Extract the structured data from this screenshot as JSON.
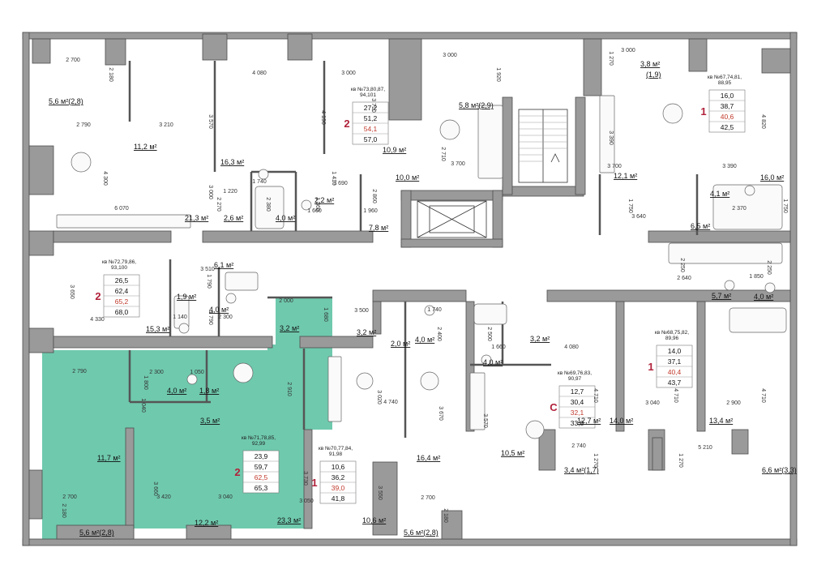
{
  "highlight_color": "#6fc9ad",
  "wall_color": "#9a9a9a",
  "apartments": [
    {
      "id": "a1",
      "header": "кв №67,74,81,\n88,95",
      "rooms": "1",
      "rows": [
        "16,0",
        "38,7",
        "40,6",
        "42,5"
      ],
      "highlight_row": 2
    },
    {
      "id": "a2",
      "header": "кв №73,80,87,\n94,101",
      "rooms": "2",
      "rows": [
        "27,2",
        "51,2",
        "54,1",
        "57,0"
      ],
      "highlight_row": 2
    },
    {
      "id": "a3",
      "header": "кв №72,79,86,\n93,100",
      "rooms": "2",
      "rows": [
        "26,5",
        "62,4",
        "65,2",
        "68,0"
      ],
      "highlight_row": 2
    },
    {
      "id": "a4",
      "header": "кв №68,75,82,\n89,96",
      "rooms": "1",
      "rows": [
        "14,0",
        "37,1",
        "40,4",
        "43,7"
      ],
      "highlight_row": 2
    },
    {
      "id": "a5",
      "header": "кв №69,76,83,\n90,97",
      "rooms": "С",
      "rows": [
        "12,7",
        "30,4",
        "32,1",
        "33,8"
      ],
      "highlight_row": 2
    },
    {
      "id": "a6",
      "header": "кв №71,78,85,\n92,99",
      "rooms": "2",
      "rows": [
        "23,9",
        "59,7",
        "62,5",
        "65,3"
      ],
      "highlight_row": 2
    },
    {
      "id": "a7",
      "header": "кв №70,77,84,\n91,98",
      "rooms": "1",
      "rows": [
        "10,6",
        "36,2",
        "39,0",
        "41,8"
      ],
      "highlight_row": 2
    }
  ],
  "areas": [
    "5,6 м²(2,8)",
    "11,2 м²",
    "16,3 м²",
    "2,2 м²",
    "21,3 м²",
    "2,6 м²",
    "4,0 м²",
    "7,8 м²",
    "5,8 м²(2,9)",
    "10,9 м²",
    "10,0 м²",
    "3,8 м²",
    "(1,9)",
    "12,1 м²",
    "16,0 м²",
    "4,1 м²",
    "6,5 м²",
    "6,1 м²",
    "1,9 м²",
    "4,0 м²",
    "15,3 м²",
    "3,2 м²",
    "3,2 м²",
    "2,0 м²",
    "4,0 м²",
    "3,2 м²",
    "4,0 м²",
    "5,7 м²",
    "4,0 м²",
    "4,0 м²",
    "1,8 м²",
    "3,5 м²",
    "11,7 м²",
    "12,2 м²",
    "23,3 м²",
    "5,6 м²(2,8)",
    "16,4 м²",
    "10,6 м²",
    "5,6 м²(2,8)",
    "10,5 м²",
    "12,7 м²",
    "14,0 м²",
    "13,4 м²",
    "3,4 м²(1,7)",
    "6,6 м²(3,3)"
  ],
  "dimensions": [
    "2 700",
    "2 180",
    "4 080",
    "3 000",
    "3 000",
    "1 920",
    "3 000",
    "1 270",
    "3 570",
    "4 190",
    "3 710",
    "2 790",
    "3 210",
    "4 300",
    "3 390",
    "4 820",
    "6 070",
    "1 740",
    "1 220",
    "1 410",
    "2 710",
    "3 700",
    "3 700",
    "3 390",
    "3 000",
    "2 270",
    "2 380",
    "3 690",
    "2 860",
    "1 660",
    "1 360",
    "1 960",
    "1 750",
    "3 640",
    "2 370",
    "1 750",
    "3 510",
    "1 790",
    "2 000",
    "1 680",
    "3 650",
    "4 330",
    "1 140",
    "1 790",
    "2 300",
    "3 500",
    "1 740",
    "2 400",
    "2 500",
    "1 660",
    "4 080",
    "2 640",
    "2 250",
    "2 250",
    "1 850",
    "2 790",
    "2 300",
    "1 050",
    "1 800",
    "1 040",
    "2 910",
    "3 020",
    "4 740",
    "3 670",
    "4 710",
    "4 710",
    "4 710",
    "3 570",
    "3 040",
    "2 900",
    "3 660",
    "3 420",
    "3 730",
    "2 700",
    "2 180",
    "3 040",
    "3 050",
    "3 550",
    "2 700",
    "2 180",
    "2 740",
    "1 270",
    "1 270",
    "5 210"
  ]
}
